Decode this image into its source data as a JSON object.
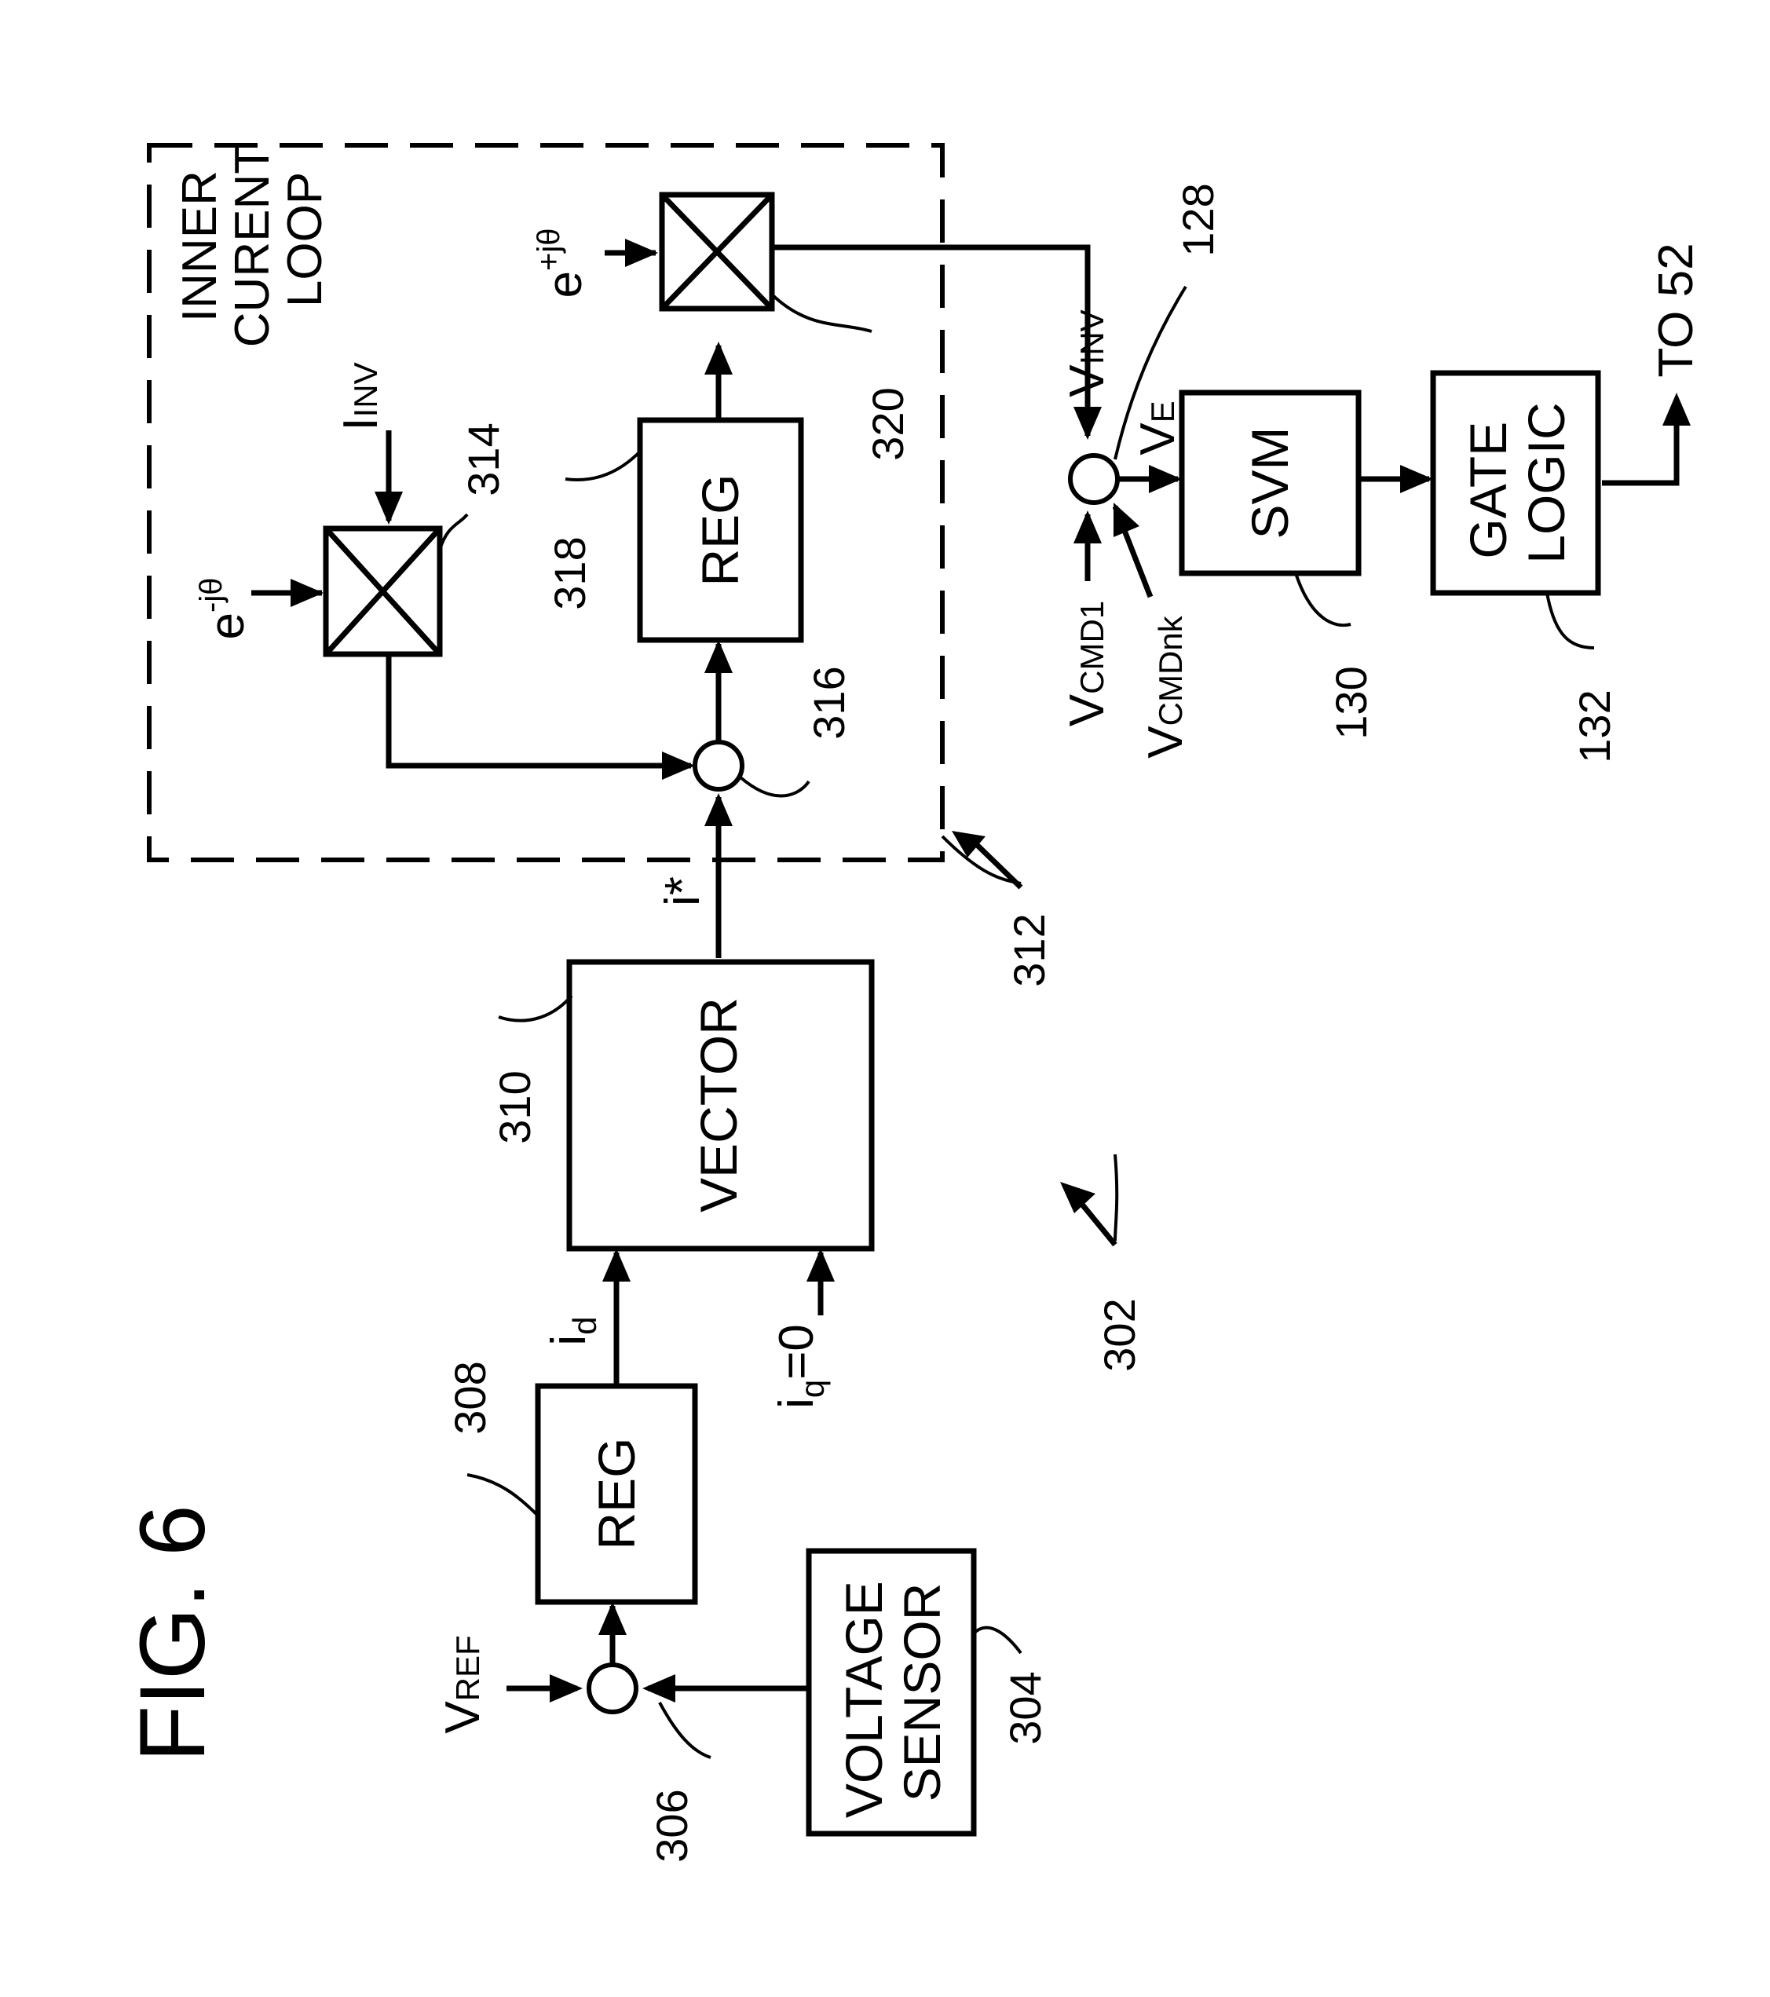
{
  "figure": {
    "title": "FIG. 6",
    "system_ref": "302"
  },
  "boxes": {
    "voltage_sensor": {
      "lines": [
        "VOLTAGE",
        "SENSOR"
      ],
      "ref": "304"
    },
    "reg_outer": {
      "label": "REG",
      "ref": "308"
    },
    "vector": {
      "label": "VECTOR",
      "ref": "310"
    },
    "reg_inner": {
      "label": "REG",
      "ref": "318"
    },
    "svm": {
      "label": "SVM",
      "ref": "130"
    },
    "gate_logic": {
      "lines": [
        "GATE",
        "LOGIC"
      ],
      "ref": "132"
    }
  },
  "junctions": {
    "sum_outer": {
      "ref": "306"
    },
    "sum_inner": {
      "ref": "316"
    },
    "sum_ve": {
      "ref": "128"
    }
  },
  "multipliers": {
    "mult_in": {
      "ref": "314"
    },
    "mult_out": {
      "ref": "320"
    }
  },
  "loop": {
    "lines": [
      "INNER",
      "CURENT",
      "LOOP"
    ],
    "ref": "312"
  },
  "signals": {
    "vref": {
      "main": "V",
      "sub": "REF"
    },
    "id": {
      "main": "i",
      "sub": "d"
    },
    "iq": {
      "main": "i",
      "sub": "q",
      "tail": "=0"
    },
    "istar": "i*",
    "iinv": {
      "main": "I",
      "sub": "INV"
    },
    "e_minus": {
      "main": "e",
      "sup": "-jθ"
    },
    "e_plus": {
      "main": "e",
      "sup": "+jθ"
    },
    "vinv": {
      "main": "V",
      "sub": "INV"
    },
    "ve": {
      "main": "V",
      "sub": "E"
    },
    "vcmd1": {
      "main": "V",
      "sub": "CMD1"
    },
    "vcmdnk": {
      "main": "V",
      "sub": "CMDnk"
    },
    "to52": "TO 52"
  }
}
